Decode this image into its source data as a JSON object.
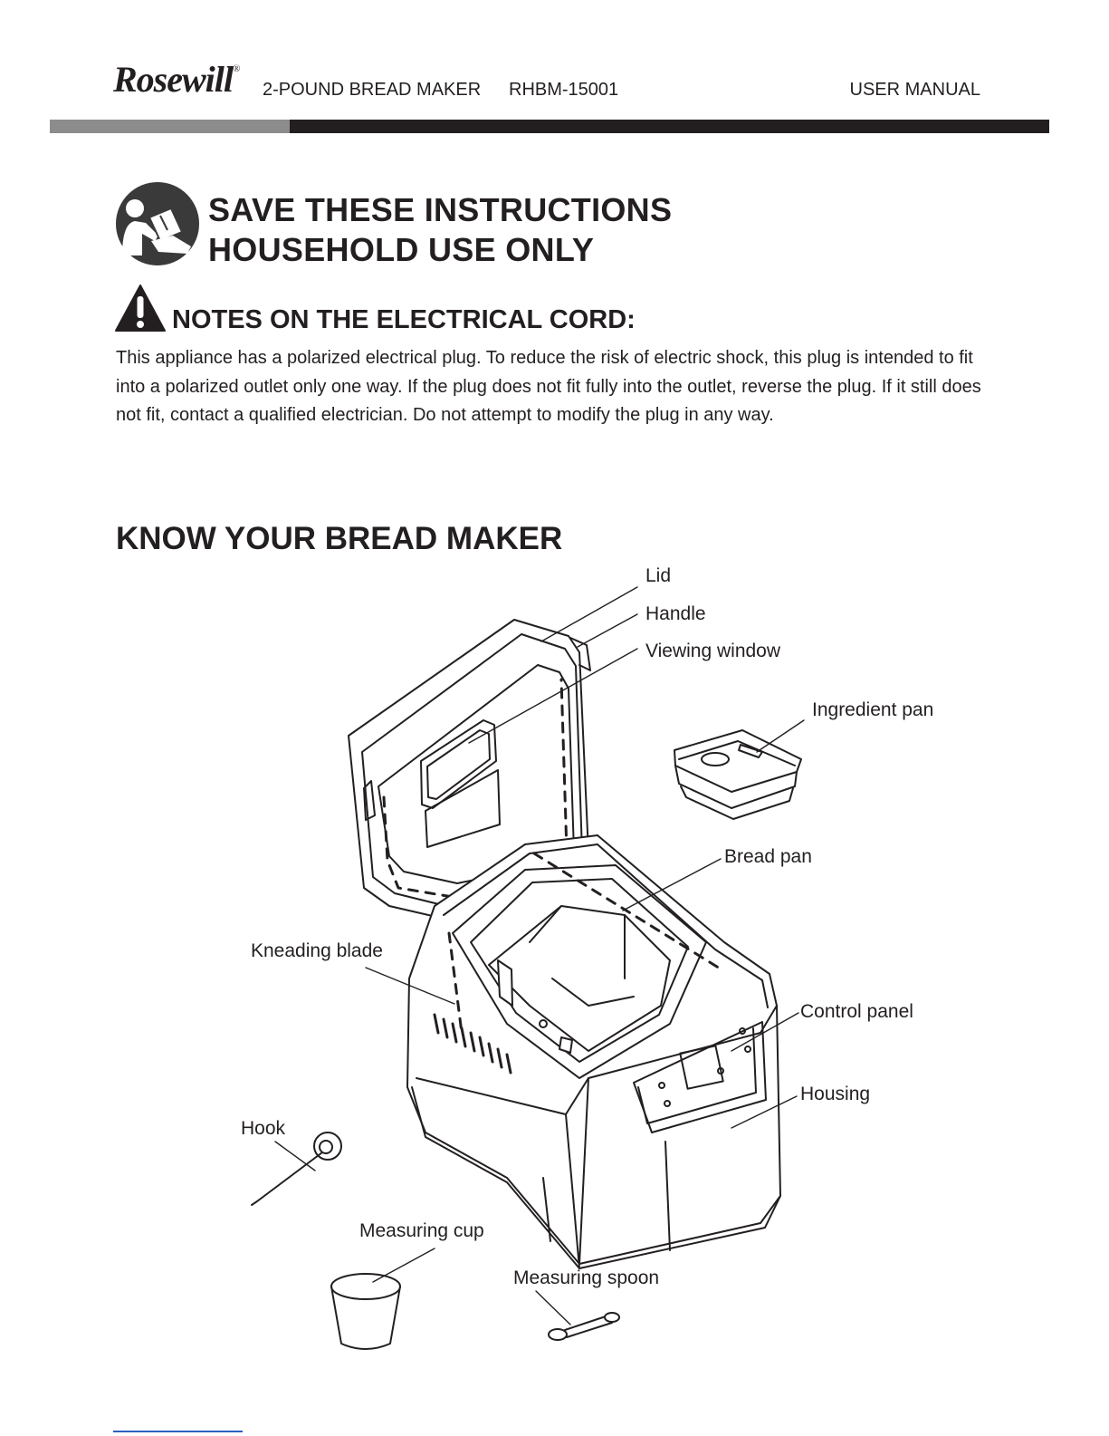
{
  "header": {
    "brand": "Rosewill",
    "registered": "®",
    "product": "2-POUND BREAD MAKER",
    "model": "RHBM-15001",
    "doc_type": "USER MANUAL"
  },
  "save_section": {
    "icon": "reading-person-icon",
    "line1": "SAVE THESE INSTRUCTIONS",
    "line2": "HOUSEHOLD USE ONLY"
  },
  "notes_section": {
    "icon": "warning-triangle-icon",
    "title": "NOTES ON THE ELECTRICAL CORD:",
    "body": "This appliance has a polarized electrical plug. To reduce the risk of electric shock, this plug is intended to fit into a polarized outlet only one way. If the plug does not fit fully into the outlet, reverse the plug. If it still does not fit, contact a qualified electrician. Do not attempt to modify the plug in any way."
  },
  "know_section": {
    "title": "KNOW YOUR BREAD MAKER",
    "labels": {
      "lid": "Lid",
      "handle": "Handle",
      "viewing_window": "Viewing window",
      "ingredient_pan": "Ingredient pan",
      "bread_pan": "Bread pan",
      "kneading_blade": "Kneading blade",
      "control_panel": "Control panel",
      "housing": "Housing",
      "hook": "Hook",
      "measuring_cup": "Measuring cup",
      "measuring_spoon": "Measuring spoon"
    }
  }
}
